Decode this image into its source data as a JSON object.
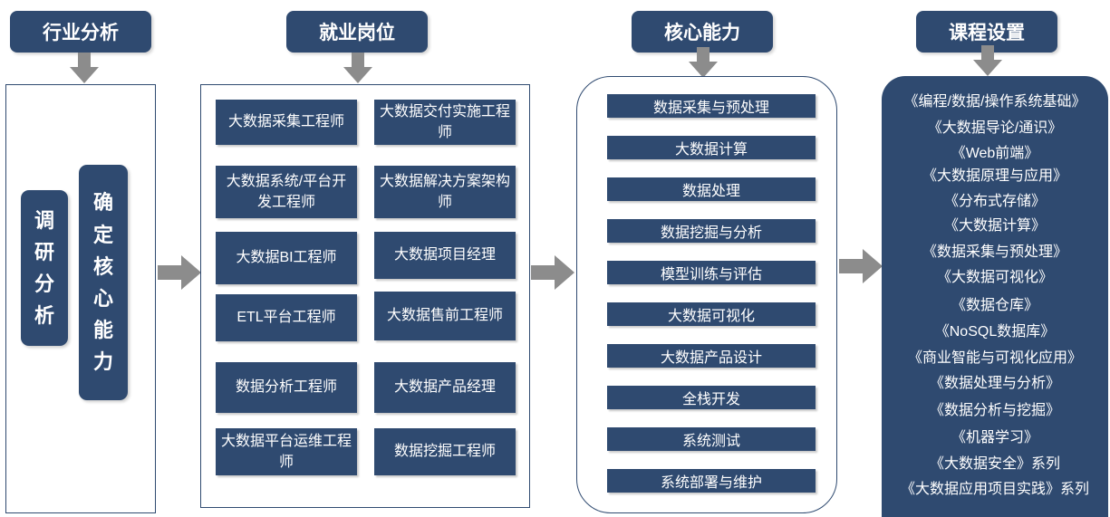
{
  "headers": {
    "industry": "行业分析",
    "jobs": "就业岗位",
    "core": "核心能力",
    "courses": "课程设置"
  },
  "analysis": {
    "research": "调研分析",
    "determine": "确定核心能力"
  },
  "jobs": [
    "大数据采集工程师",
    "大数据交付实施工程师",
    "大数据系统/平台开发工程师",
    "大数据解决方案架构师",
    "大数据BI工程师",
    "大数据项目经理",
    "ETL平台工程师",
    "大数据售前工程师",
    "数据分析工程师",
    "大数据产品经理",
    "大数据平台运维工程师",
    "数据挖掘工程师"
  ],
  "skills": [
    "数据采集与预处理",
    "大数据计算",
    "数据处理",
    "数据挖掘与分析",
    "模型训练与评估",
    "大数据可视化",
    "大数据产品设计",
    "全栈开发",
    "系统测试",
    "系统部署与维护"
  ],
  "courses": [
    "《编程/数据/操作系统基础》",
    "《大数据导论/通识》",
    "《Web前端》",
    "《大数据原理与应用》",
    "《分布式存储》",
    "《大数据计算》",
    "《数据采集与预处理》",
    "《大数据可视化》",
    "《数据仓库》",
    "《NoSQL数据库》",
    "《商业智能与可视化应用》",
    "《数据处理与分析》",
    "《数据分析与挖掘》",
    "《机器学习》",
    "《大数据安全》系列",
    "《大数据应用项目实践》系列"
  ],
  "colors": {
    "box": "#2f4a70",
    "arrow": "#8c8c8c"
  }
}
